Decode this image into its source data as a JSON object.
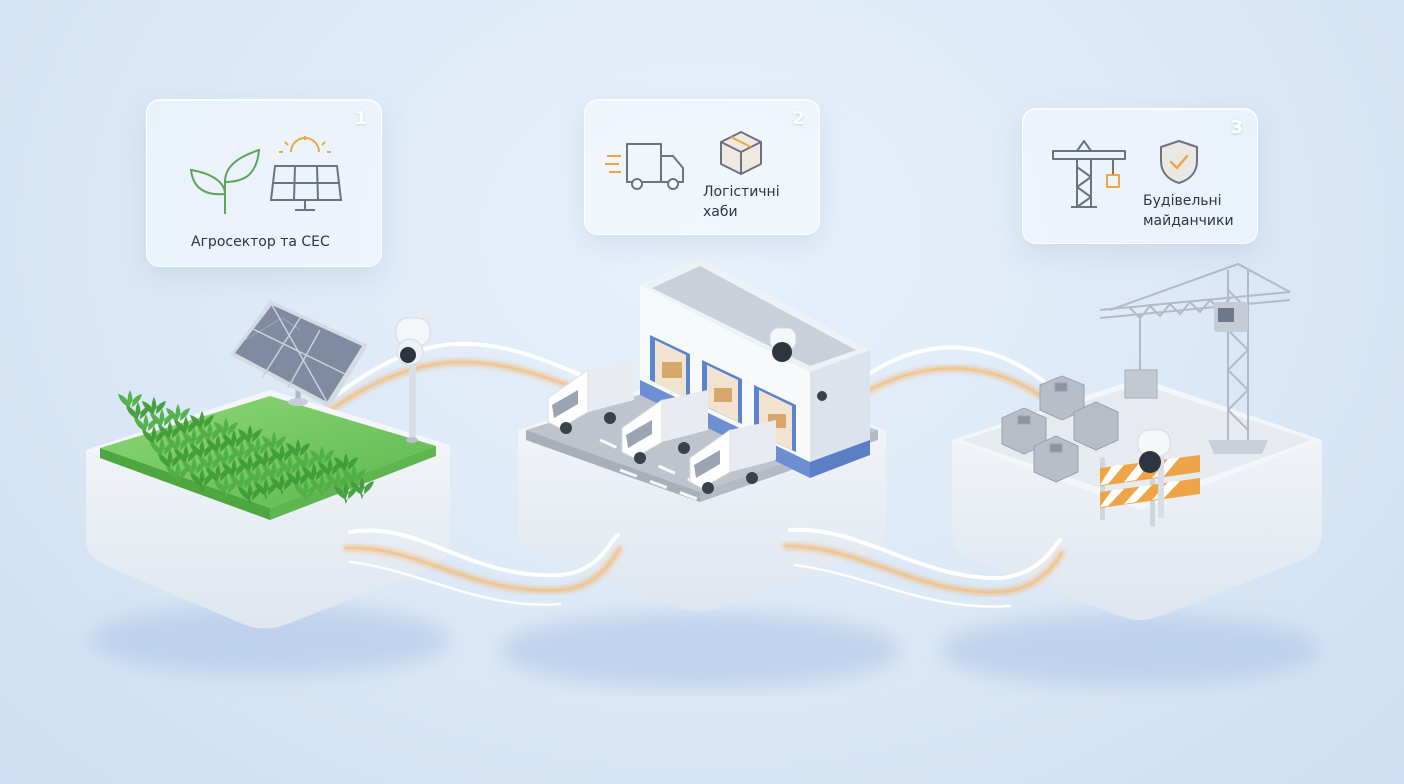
{
  "cards": [
    {
      "number": "1",
      "label": "Агросектор та СЕС"
    },
    {
      "number": "2",
      "label_line1": "Логістичні",
      "label_line2": "хаби"
    },
    {
      "number": "3",
      "label_line1": "Будівельні",
      "label_line2": "майданчики"
    }
  ],
  "icons": [
    "sprout-icon",
    "solar-panel-icon",
    "delivery-truck-icon",
    "package-box-icon",
    "tower-crane-icon",
    "shield-check-icon"
  ],
  "colors": {
    "accent_orange": "#f0a448",
    "icon_green": "#5aa55a",
    "icon_gray": "#6a7380",
    "platform_green": "#6cc45b"
  }
}
